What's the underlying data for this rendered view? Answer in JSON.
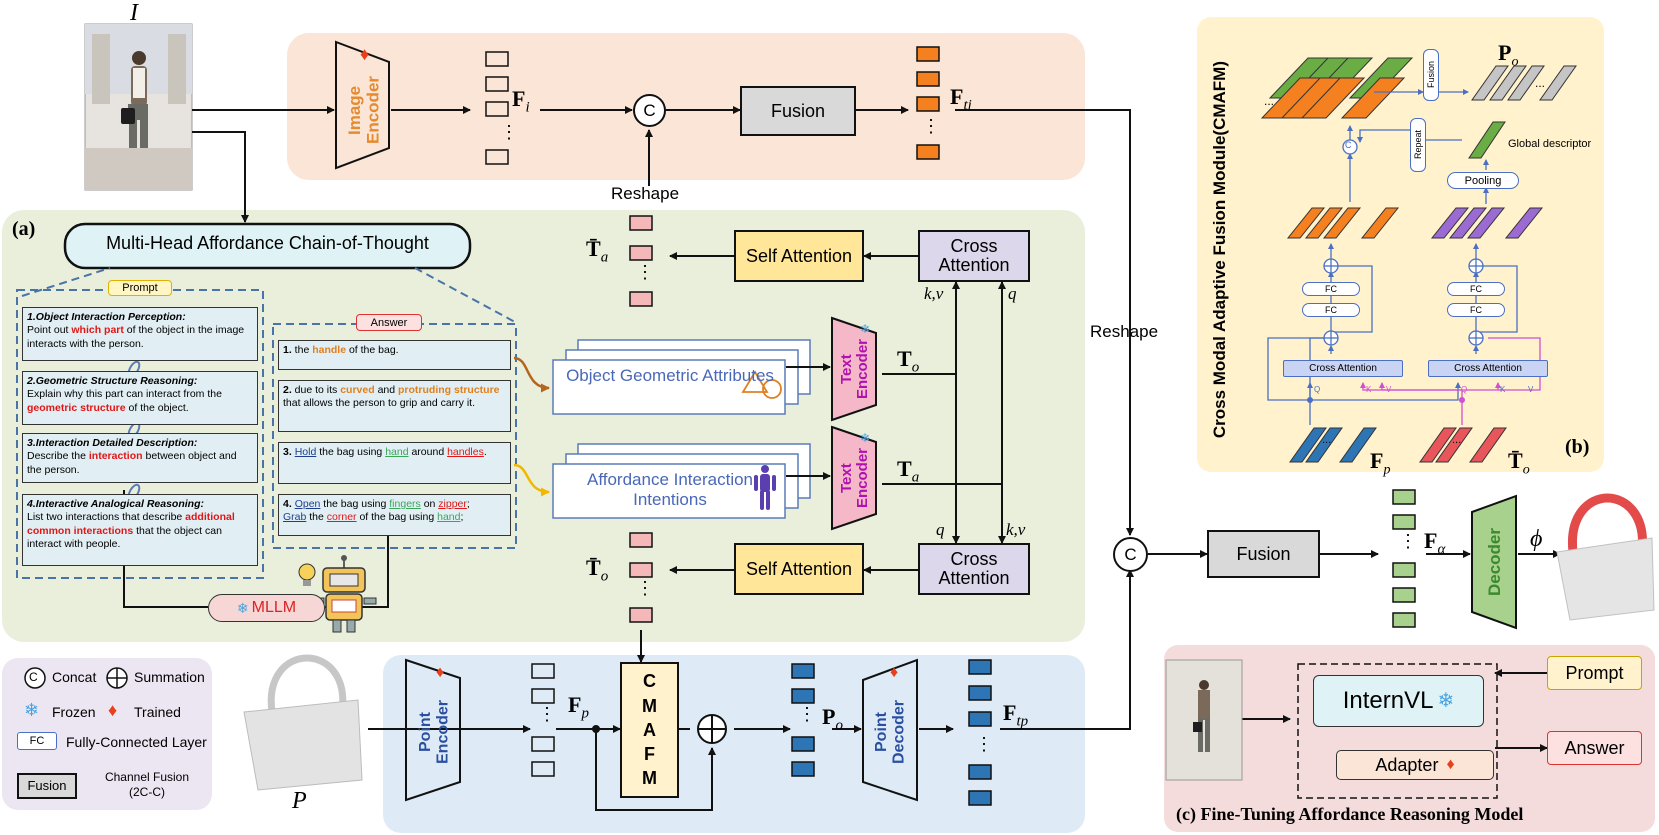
{
  "labels": {
    "I": "I",
    "P": "P",
    "F_i": "F",
    "F_i_sub": "i",
    "F_ti": "F",
    "F_ti_sub": "ti",
    "F_p": "F",
    "F_p_sub": "p",
    "P_o": "P",
    "P_o_sub": "o",
    "F_tp": "F",
    "F_tp_sub": "tp",
    "F_alpha": "F",
    "F_alpha_sub": "α",
    "phi": "ϕ",
    "T_a_bar": "T̄",
    "T_a_bar_sub": "a",
    "T_o_bar": "T̄",
    "T_o_bar_sub": "o",
    "T_o": "T",
    "T_o_sub": "o",
    "T_a": "T",
    "T_a_sub": "a",
    "kv_top": "k,v",
    "q_top": "q",
    "q_bottom": "q",
    "kv_bottom": "k,v",
    "reshape_top": "Reshape",
    "reshape_right": "Reshape",
    "concat_symbol": "C"
  },
  "blocks": {
    "image_encoder": "Image Encoder",
    "fusion": "Fusion",
    "self_attention": "Self Attention",
    "cross_attention": "Cross Attention",
    "text_encoder": "Text Encoder",
    "point_encoder": "Point Encoder",
    "point_decoder": "Point Decoder",
    "cmafm_letters": [
      "C",
      "M",
      "A",
      "F",
      "M"
    ],
    "decoder": "Decoder",
    "mllm": "MLLM"
  },
  "cot": {
    "panel_label": "(a)",
    "title": "Multi-Head Affordance Chain-of-Thought",
    "prompt_tag": "Prompt",
    "answer_tag": "Answer",
    "prompts": [
      {
        "title": "1.Object Interaction Perception:",
        "pre": "Point out ",
        "hl": "which part",
        "post": " of the object in the image interacts with the person."
      },
      {
        "title": "2.Geometric Structure Reasoning:",
        "pre": "Explain why this part can interact from the ",
        "hl": "geometric structure",
        "post": " of the object."
      },
      {
        "title": "3.Interaction Detailed Description:",
        "pre": "Describe the ",
        "hl": "interaction",
        "post": " between object and the person."
      },
      {
        "title": "4.Interactive Analogical Reasoning:",
        "pre": "List two interactions that describe ",
        "hl": "additional common interactions",
        "post": " that the object can interact with people."
      }
    ],
    "answers": {
      "a1": {
        "num": "1.",
        "pre": " the ",
        "hl": "handle",
        "post": " of the bag."
      },
      "a2": {
        "num": "2.",
        "pre": " due to its ",
        "hl1": "curved",
        "mid": " and ",
        "hl2": "protruding structure",
        "post": " that allows the person to grip and carry it."
      },
      "a3": {
        "num": "3.",
        "v": "Hold",
        "m1": " the bag using ",
        "g": "hand",
        "m2": " around ",
        "r": "handles",
        "end": "."
      },
      "a4": {
        "num": "4.",
        "v1": "Open",
        "m1": " the bag using ",
        "g1": "fingers",
        "m2": " on ",
        "r1": "zipper",
        "sep": ";",
        "v2": "Grab",
        "m3": " the ",
        "r2": "corner",
        "m4": " of the bag using ",
        "g2": "hand",
        "end": ";"
      }
    },
    "object_attr": "Object Geometric Attributes",
    "afford_attr": "Affordance Interaction Intentions"
  },
  "legend": {
    "concat": "Concat",
    "summation": "Summation",
    "frozen": "Frozen",
    "trained": "Trained",
    "fc_tag": "FC",
    "fc": "Fully-Connected Layer",
    "fusion_tag": "Fusion",
    "channel_fusion": "Channel Fusion (2C-C)"
  },
  "cmafm_panel": {
    "title": "Cross Modal Adaptive Fusion Module(CMAFM)",
    "panel_label": "(b)",
    "P_o": "P",
    "P_o_sub": "o",
    "F_p": "F",
    "F_p_sub": "p",
    "T_o_bar": "T̄",
    "T_o_bar_sub": "o",
    "fusion": "Fusion",
    "repeat": "Repeat",
    "pooling": "Pooling",
    "global_descriptor": "Global descriptor",
    "fc": "FC",
    "cross_attention": "Cross Attention",
    "q": "Q",
    "k": "K",
    "v": "V",
    "c": "C",
    "dots": "..."
  },
  "finetune_panel": {
    "title": "(c) Fine-Tuning Affordance Reasoning Model",
    "internvl": "InternVL",
    "adapter": "Adapter",
    "prompt": "Prompt",
    "answer": "Answer"
  },
  "colors": {
    "orange_bg": "#fbe5d6",
    "green_bg": "#e9efdb",
    "blue_bg": "#deebf7",
    "yellow_bg": "#fff2cc",
    "pink_bg": "#f4dcdc",
    "legend_bg": "#ece6f3",
    "token_orange": "#f4801f",
    "token_blue": "#2e75b6",
    "token_green": "#a9d18e",
    "token_pink": "#f4b8b8"
  },
  "icons": [
    "snowflake-icon",
    "fire-icon",
    "triangle-circle-icon",
    "human-body-icon",
    "robot-icon",
    "lightbulb-icon"
  ]
}
